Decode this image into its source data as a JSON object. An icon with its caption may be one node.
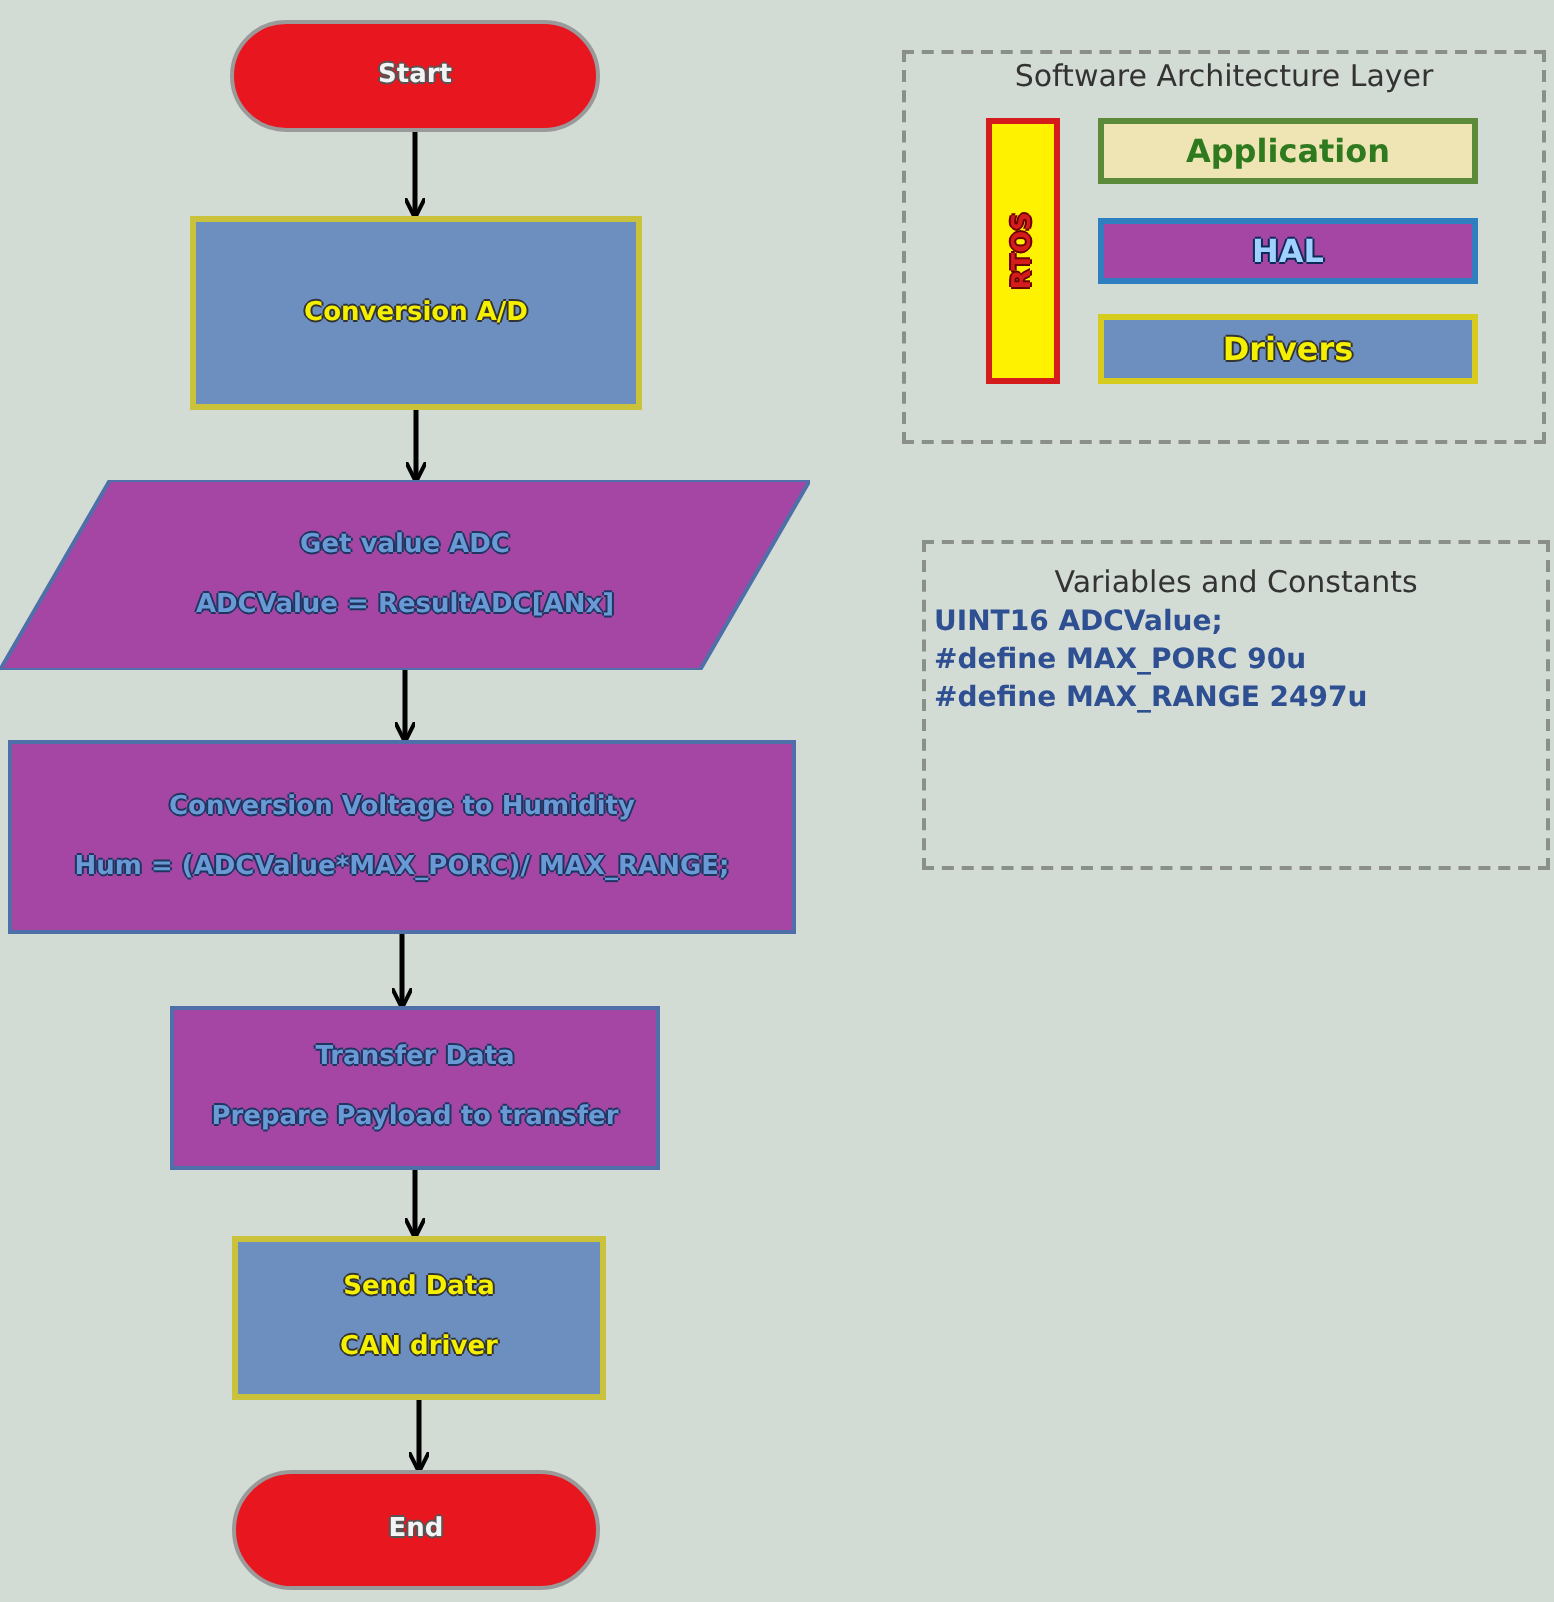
{
  "diagram": {
    "nodes": [
      {
        "text": [
          "Start"
        ]
      },
      {
        "text": [
          "Conversion A/D"
        ]
      },
      {
        "text": [
          "Get value ADC",
          "ADCValue = ResultADC[ANx]"
        ]
      },
      {
        "text": [
          "Conversion Voltage to Humidity",
          "Hum = (ADCValue*MAX_PORC)/ MAX_RANGE;"
        ]
      },
      {
        "text": [
          "Transfer Data",
          "Prepare Payload to transfer"
        ]
      },
      {
        "text": [
          "Send Data",
          "CAN driver"
        ]
      },
      {
        "text": [
          "End"
        ]
      },
      {
        "text": [
          "Software Architecture Layer"
        ]
      },
      {
        "text": [
          "RTOS"
        ],
        "in": 7
      },
      {
        "text": [
          "Application"
        ],
        "in": 7
      },
      {
        "text": [
          "HAL"
        ],
        "in": 7
      },
      {
        "text": [
          "Drivers"
        ],
        "in": 7
      },
      {
        "text": [
          "Variables and Constants",
          "UINT16 ADCValue;",
          "#define MAX_PORC 90u",
          "#define MAX_RANGE 2497u"
        ]
      }
    ],
    "edges": [
      {
        "from": 0,
        "to": 1,
        "arrow": "to"
      },
      {
        "from": 1,
        "to": 2,
        "arrow": "to"
      },
      {
        "from": 2,
        "to": 3,
        "arrow": "to"
      },
      {
        "from": 3,
        "to": 4,
        "arrow": "to"
      },
      {
        "from": 4,
        "to": 5,
        "arrow": "to"
      },
      {
        "from": 5,
        "to": 6,
        "arrow": "to"
      }
    ]
  }
}
